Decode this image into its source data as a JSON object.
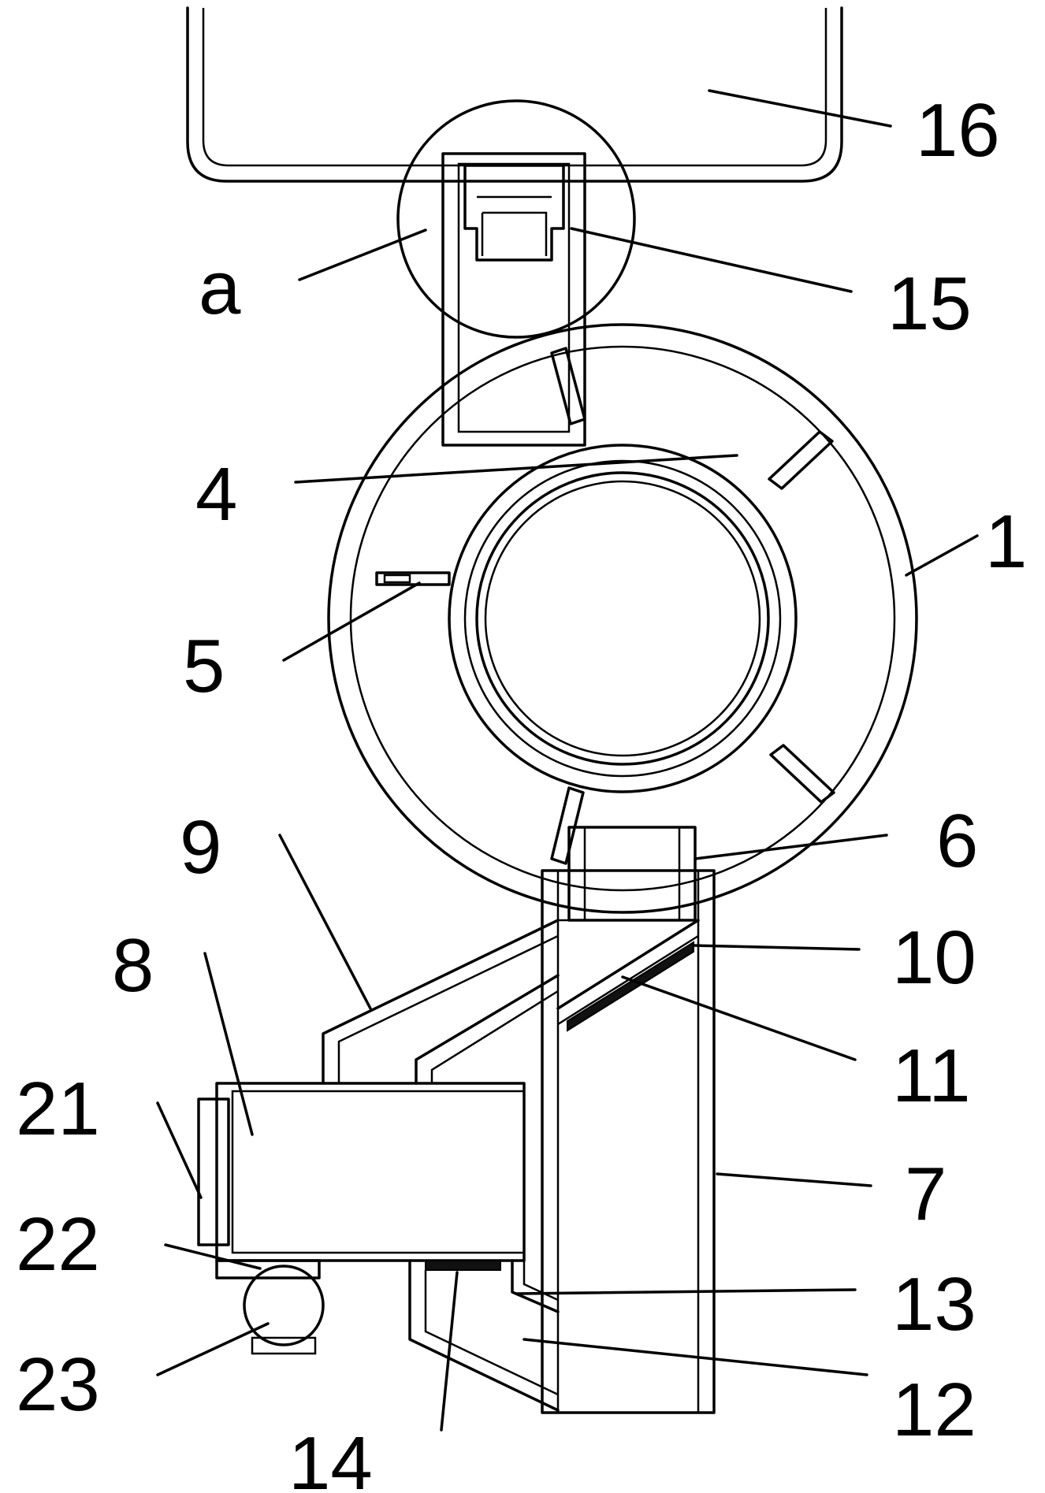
{
  "labels": {
    "a": "a",
    "l1": "1",
    "l4": "4",
    "l5": "5",
    "l6": "6",
    "l7": "7",
    "l8": "8",
    "l9": "9",
    "l10": "10",
    "l11": "11",
    "l12": "12",
    "l13": "13",
    "l14": "14",
    "l15": "15",
    "l16": "16",
    "l21": "21",
    "l22": "22",
    "l23": "23"
  }
}
